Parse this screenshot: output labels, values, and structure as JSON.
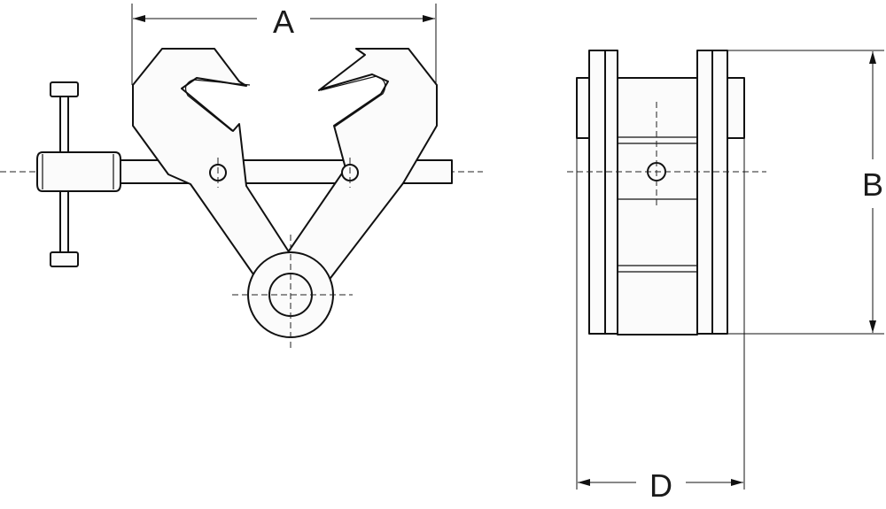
{
  "dimensions": {
    "a": "A",
    "b": "B",
    "d": "D"
  },
  "colors": {
    "line": "#111111",
    "fill": "#fbfbfb",
    "background": "#ffffff"
  }
}
